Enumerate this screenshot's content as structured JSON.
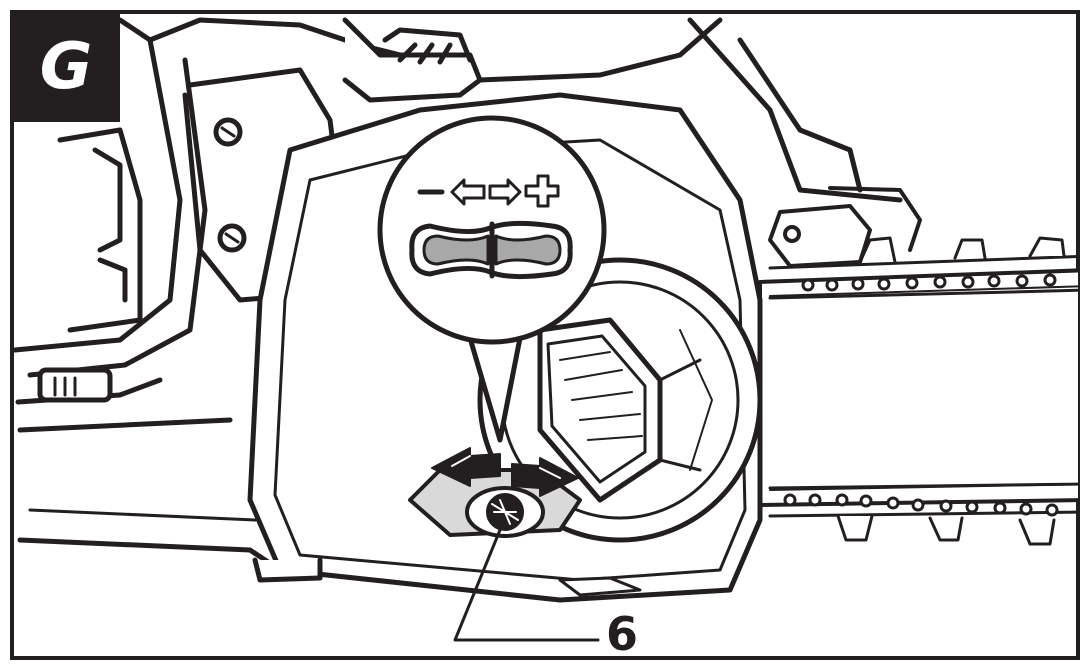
{
  "figure": {
    "label": "G",
    "callout_number": "6",
    "colors": {
      "ink": "#231f20",
      "grey_fill": "#a8a8a8",
      "light_grey": "#d9d9d9",
      "background": "#ffffff"
    },
    "icons": {
      "adjust_symbols": "minus-left-arrow-right-arrow-plus",
      "adjuster_dial": "oil-flow-adjustment-screw",
      "direction_arrows": "double-headed-curved-arrow"
    }
  }
}
